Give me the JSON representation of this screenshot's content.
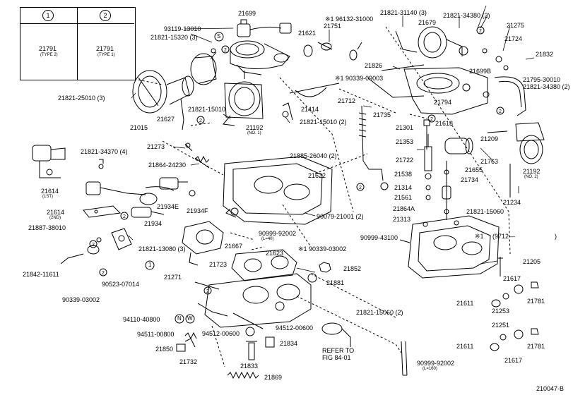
{
  "legend": {
    "col1": {
      "marker": "1",
      "part": "21791",
      "type": "(TYPE 2)"
    },
    "col2": {
      "marker": "2",
      "part": "21791",
      "type": "(TYPE 1)"
    }
  },
  "note": {
    "star": "※1",
    "date": "(9712—",
    "close": ")"
  },
  "diagram_code": "210047-B",
  "labels": {
    "l21699": "21699",
    "l93119": "93119-13010",
    "l21821_15320": "21821-15320 (3)",
    "l21621": "21621",
    "l96132": "※1 96132-31000",
    "l21751": "21751",
    "l21821_31140": "21821-31140 (3)",
    "l21679": "21679",
    "l21821_34380a": "21821-34380 (2)",
    "l21275": "21275",
    "l21724": "21724",
    "l21832": "21832",
    "l21826": "21826",
    "l190339": "※1 90339-09003",
    "l21699B": "21699B",
    "l21795": "21795-30010",
    "l21821_34380b": "21821-34380 (2)",
    "l21821_25010": "21821-25010 (3)",
    "l21627": "21627",
    "l21821_15010a": "21821-15010",
    "l21015": "21015",
    "l21192a": "21192",
    "l21192a_sub": "(NO. 1)",
    "l21414": "21414",
    "l21712": "21712",
    "l21735": "21735",
    "l21794": "21794",
    "l21821_15010b": "21821-15010 (2)",
    "l21885": "21885-26040 (2)",
    "l21301": "21301",
    "l21618": "21618",
    "l21209": "21209",
    "l21353": "21353",
    "l21763": "21763",
    "l21722": "21722",
    "l21655": "21655",
    "l21192b": "21192",
    "l21192b_sub": "(NO. 2)",
    "l21538": "21538",
    "l21734": "21734",
    "l21314": "21314",
    "l21561": "21561",
    "l21234": "21234",
    "l21864A": "21864A",
    "l21821_15060a": "21821-15060",
    "l21313": "21313",
    "l21821_34370": "21821-34370 (4)",
    "l21273": "21273",
    "l21864_24230": "21864-24230",
    "l21622": "21622",
    "l21614a": "21614",
    "l21614a_sub": "(1ST)",
    "l21934E": "21934E",
    "l21934F": "21934F",
    "l21614b": "21614",
    "l21614b_sub": "(2ND)",
    "l90079": "90079-21001 (2)",
    "l21887": "21887-38010",
    "l21934": "21934",
    "l90999_92002a": "90999-92002",
    "l90999_92002a_sub": "(L=40)",
    "l90999_43100": "90999-43100",
    "l21821_13080": "21821-13080 (3)",
    "l21667": "21667",
    "l21623": "21623",
    "l190339_03002": "※1 90339-03002",
    "l21842": "21842-11611",
    "l90523": "90523-07014",
    "l21723": "21723",
    "l21852": "21852",
    "l21271": "21271",
    "l21205": "21205",
    "l21617a": "21617",
    "l21881": "21881",
    "l90339_03002": "90339-03002",
    "l21611a": "21611",
    "l21781a": "21781",
    "l21253": "21253",
    "l21821_15060b": "21821-15060 (2)",
    "l94110": "94110-40800",
    "l94511": "94511-00800",
    "l94512a": "94512-00600",
    "l94512b": "94512-00600",
    "l21251": "21251",
    "l21850": "21850",
    "l21834": "21834",
    "l21611b": "21611",
    "l21781b": "21781",
    "l21617b": "21617",
    "l21732": "21732",
    "l21833": "21833",
    "l_refer1": "REFER TO",
    "l_refer2": "FIG 84-01",
    "l90999_92002b": "90999-92002",
    "l90999_92002b_sub": "(L=160)",
    "l21869": "21869",
    "c_one": "1",
    "m_s": "S",
    "m_n": "N",
    "m_w": "W"
  }
}
